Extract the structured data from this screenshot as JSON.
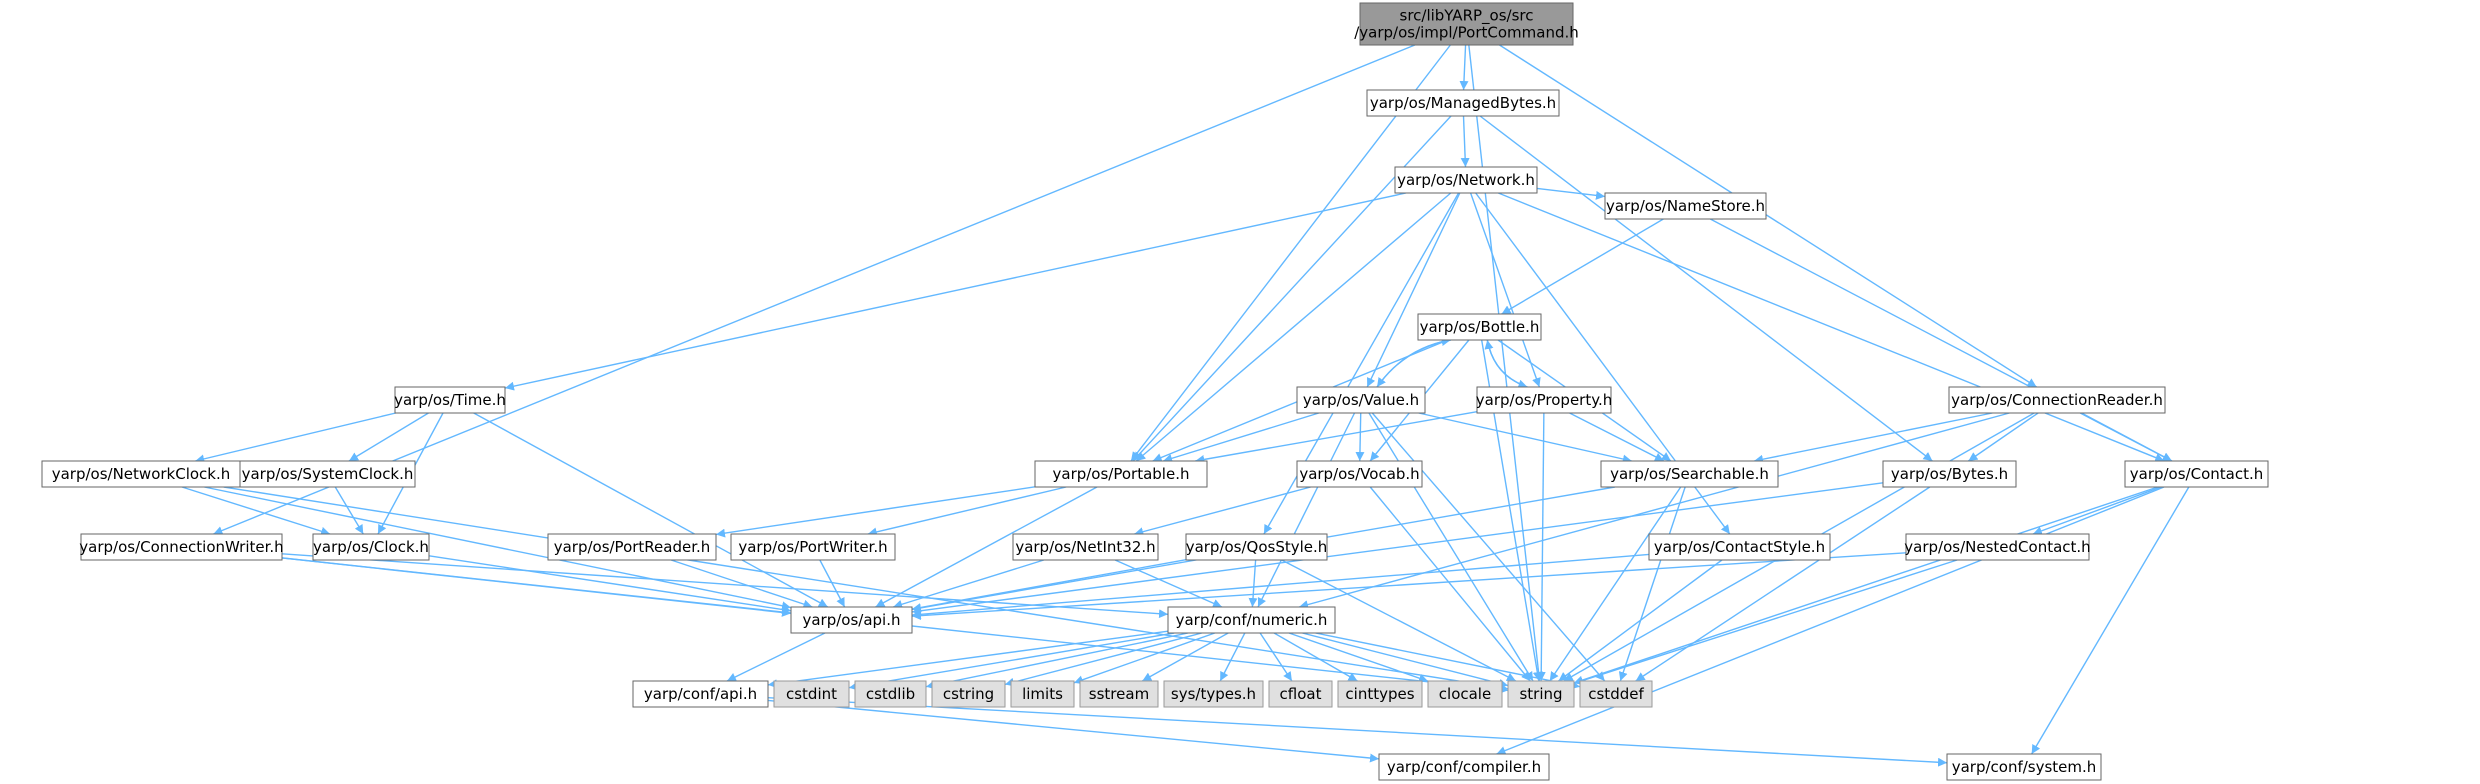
{
  "colors": {
    "edge": "#63b8ff",
    "root_fill": "#999999",
    "local_fill": "#ffffff",
    "system_fill": "#e0e0e0",
    "border": "#666666",
    "system_border": "#999999"
  },
  "nodes": [
    {
      "id": "root",
      "lines": [
        "src/libYARP_os/src",
        "/yarp/os/impl/PortCommand.h"
      ],
      "kind": "root"
    },
    {
      "id": "managedbytes",
      "lines": [
        "yarp/os/ManagedBytes.h"
      ],
      "kind": "local"
    },
    {
      "id": "network",
      "lines": [
        "yarp/os/Network.h"
      ],
      "kind": "local"
    },
    {
      "id": "namestore",
      "lines": [
        "yarp/os/NameStore.h"
      ],
      "kind": "local"
    },
    {
      "id": "bottle",
      "lines": [
        "yarp/os/Bottle.h"
      ],
      "kind": "local"
    },
    {
      "id": "time",
      "lines": [
        "yarp/os/Time.h"
      ],
      "kind": "local"
    },
    {
      "id": "value",
      "lines": [
        "yarp/os/Value.h"
      ],
      "kind": "local"
    },
    {
      "id": "property",
      "lines": [
        "yarp/os/Property.h"
      ],
      "kind": "local"
    },
    {
      "id": "connreader",
      "lines": [
        "yarp/os/ConnectionReader.h"
      ],
      "kind": "local"
    },
    {
      "id": "networkclock",
      "lines": [
        "yarp/os/NetworkClock.h"
      ],
      "kind": "local"
    },
    {
      "id": "systemclock",
      "lines": [
        "yarp/os/SystemClock.h"
      ],
      "kind": "local"
    },
    {
      "id": "portable",
      "lines": [
        "yarp/os/Portable.h"
      ],
      "kind": "local"
    },
    {
      "id": "vocab",
      "lines": [
        "yarp/os/Vocab.h"
      ],
      "kind": "local"
    },
    {
      "id": "searchable",
      "lines": [
        "yarp/os/Searchable.h"
      ],
      "kind": "local"
    },
    {
      "id": "bytes",
      "lines": [
        "yarp/os/Bytes.h"
      ],
      "kind": "local"
    },
    {
      "id": "contact",
      "lines": [
        "yarp/os/Contact.h"
      ],
      "kind": "local"
    },
    {
      "id": "connwriter",
      "lines": [
        "yarp/os/ConnectionWriter.h"
      ],
      "kind": "local"
    },
    {
      "id": "clock",
      "lines": [
        "yarp/os/Clock.h"
      ],
      "kind": "local"
    },
    {
      "id": "portreader",
      "lines": [
        "yarp/os/PortReader.h"
      ],
      "kind": "local"
    },
    {
      "id": "portwriter",
      "lines": [
        "yarp/os/PortWriter.h"
      ],
      "kind": "local"
    },
    {
      "id": "netint32",
      "lines": [
        "yarp/os/NetInt32.h"
      ],
      "kind": "local"
    },
    {
      "id": "qosstyle",
      "lines": [
        "yarp/os/QosStyle.h"
      ],
      "kind": "local"
    },
    {
      "id": "contactstyle",
      "lines": [
        "yarp/os/ContactStyle.h"
      ],
      "kind": "local"
    },
    {
      "id": "nestedcontact",
      "lines": [
        "yarp/os/NestedContact.h"
      ],
      "kind": "local"
    },
    {
      "id": "osapi",
      "lines": [
        "yarp/os/api.h"
      ],
      "kind": "local"
    },
    {
      "id": "numeric",
      "lines": [
        "yarp/conf/numeric.h"
      ],
      "kind": "local"
    },
    {
      "id": "confapi",
      "lines": [
        "yarp/conf/api.h"
      ],
      "kind": "local"
    },
    {
      "id": "cstdint",
      "lines": [
        "cstdint"
      ],
      "kind": "system"
    },
    {
      "id": "cstdlib",
      "lines": [
        "cstdlib"
      ],
      "kind": "system"
    },
    {
      "id": "cstring",
      "lines": [
        "cstring"
      ],
      "kind": "system"
    },
    {
      "id": "limits",
      "lines": [
        "limits"
      ],
      "kind": "system"
    },
    {
      "id": "sstream",
      "lines": [
        "sstream"
      ],
      "kind": "system"
    },
    {
      "id": "systypes",
      "lines": [
        "sys/types.h"
      ],
      "kind": "system"
    },
    {
      "id": "cfloat",
      "lines": [
        "cfloat"
      ],
      "kind": "system"
    },
    {
      "id": "cinttypes",
      "lines": [
        "cinttypes"
      ],
      "kind": "system"
    },
    {
      "id": "clocale",
      "lines": [
        "clocale"
      ],
      "kind": "system"
    },
    {
      "id": "string",
      "lines": [
        "string"
      ],
      "kind": "system"
    },
    {
      "id": "cstddef",
      "lines": [
        "cstddef"
      ],
      "kind": "system"
    },
    {
      "id": "compiler",
      "lines": [
        "yarp/conf/compiler.h"
      ],
      "kind": "local"
    },
    {
      "id": "system",
      "lines": [
        "yarp/conf/system.h"
      ],
      "kind": "local"
    }
  ],
  "edges": [
    [
      "root",
      "managedbytes"
    ],
    [
      "root",
      "portable"
    ],
    [
      "root",
      "connreader"
    ],
    [
      "root",
      "connwriter"
    ],
    [
      "root",
      "string"
    ],
    [
      "managedbytes",
      "network"
    ],
    [
      "managedbytes",
      "portable"
    ],
    [
      "managedbytes",
      "bytes"
    ],
    [
      "network",
      "namestore"
    ],
    [
      "network",
      "time"
    ],
    [
      "network",
      "value"
    ],
    [
      "network",
      "property"
    ],
    [
      "network",
      "portable"
    ],
    [
      "network",
      "qosstyle"
    ],
    [
      "network",
      "contactstyle"
    ],
    [
      "network",
      "contact"
    ],
    [
      "namestore",
      "bottle"
    ],
    [
      "namestore",
      "contact"
    ],
    [
      "bottle",
      "value"
    ],
    [
      "bottle",
      "property"
    ],
    [
      "bottle",
      "portable"
    ],
    [
      "bottle",
      "vocab"
    ],
    [
      "bottle",
      "searchable"
    ],
    [
      "bottle",
      "string"
    ],
    [
      "value",
      "bottle"
    ],
    [
      "value",
      "portable"
    ],
    [
      "value",
      "vocab"
    ],
    [
      "value",
      "searchable"
    ],
    [
      "value",
      "numeric"
    ],
    [
      "value",
      "string"
    ],
    [
      "value",
      "cstddef"
    ],
    [
      "property",
      "bottle"
    ],
    [
      "property",
      "portable"
    ],
    [
      "property",
      "searchable"
    ],
    [
      "property",
      "string"
    ],
    [
      "time",
      "networkclock"
    ],
    [
      "time",
      "systemclock"
    ],
    [
      "time",
      "clock"
    ],
    [
      "time",
      "osapi"
    ],
    [
      "networkclock",
      "clock"
    ],
    [
      "networkclock",
      "osapi"
    ],
    [
      "networkclock",
      "string"
    ],
    [
      "systemclock",
      "clock"
    ],
    [
      "clock",
      "osapi"
    ],
    [
      "portable",
      "portreader"
    ],
    [
      "portable",
      "portwriter"
    ],
    [
      "portable",
      "osapi"
    ],
    [
      "portreader",
      "osapi"
    ],
    [
      "portwriter",
      "osapi"
    ],
    [
      "vocab",
      "netint32"
    ],
    [
      "vocab",
      "string"
    ],
    [
      "netint32",
      "numeric"
    ],
    [
      "netint32",
      "osapi"
    ],
    [
      "searchable",
      "osapi"
    ],
    [
      "searchable",
      "string"
    ],
    [
      "searchable",
      "cstddef"
    ],
    [
      "qosstyle",
      "osapi"
    ],
    [
      "qosstyle",
      "numeric"
    ],
    [
      "qosstyle",
      "string"
    ],
    [
      "contactstyle",
      "osapi"
    ],
    [
      "contactstyle",
      "string"
    ],
    [
      "connreader",
      "searchable"
    ],
    [
      "connreader",
      "bytes"
    ],
    [
      "connreader",
      "contact"
    ],
    [
      "connreader",
      "numeric"
    ],
    [
      "connreader",
      "string"
    ],
    [
      "connwriter",
      "osapi"
    ],
    [
      "connwriter",
      "numeric"
    ],
    [
      "connwriter",
      "string"
    ],
    [
      "bytes",
      "osapi"
    ],
    [
      "bytes",
      "cstddef"
    ],
    [
      "contact",
      "nestedcontact"
    ],
    [
      "contact",
      "string"
    ],
    [
      "contact",
      "compiler"
    ],
    [
      "contact",
      "system"
    ],
    [
      "nestedcontact",
      "osapi"
    ],
    [
      "nestedcontact",
      "string"
    ],
    [
      "osapi",
      "confapi"
    ],
    [
      "confapi",
      "compiler"
    ],
    [
      "confapi",
      "system"
    ],
    [
      "numeric",
      "confapi"
    ],
    [
      "numeric",
      "cstdint"
    ],
    [
      "numeric",
      "cstdlib"
    ],
    [
      "numeric",
      "cstring"
    ],
    [
      "numeric",
      "limits"
    ],
    [
      "numeric",
      "sstream"
    ],
    [
      "numeric",
      "systypes"
    ],
    [
      "numeric",
      "cfloat"
    ],
    [
      "numeric",
      "cinttypes"
    ],
    [
      "numeric",
      "clocale"
    ],
    [
      "numeric",
      "string"
    ],
    [
      "numeric",
      "cstddef"
    ]
  ]
}
